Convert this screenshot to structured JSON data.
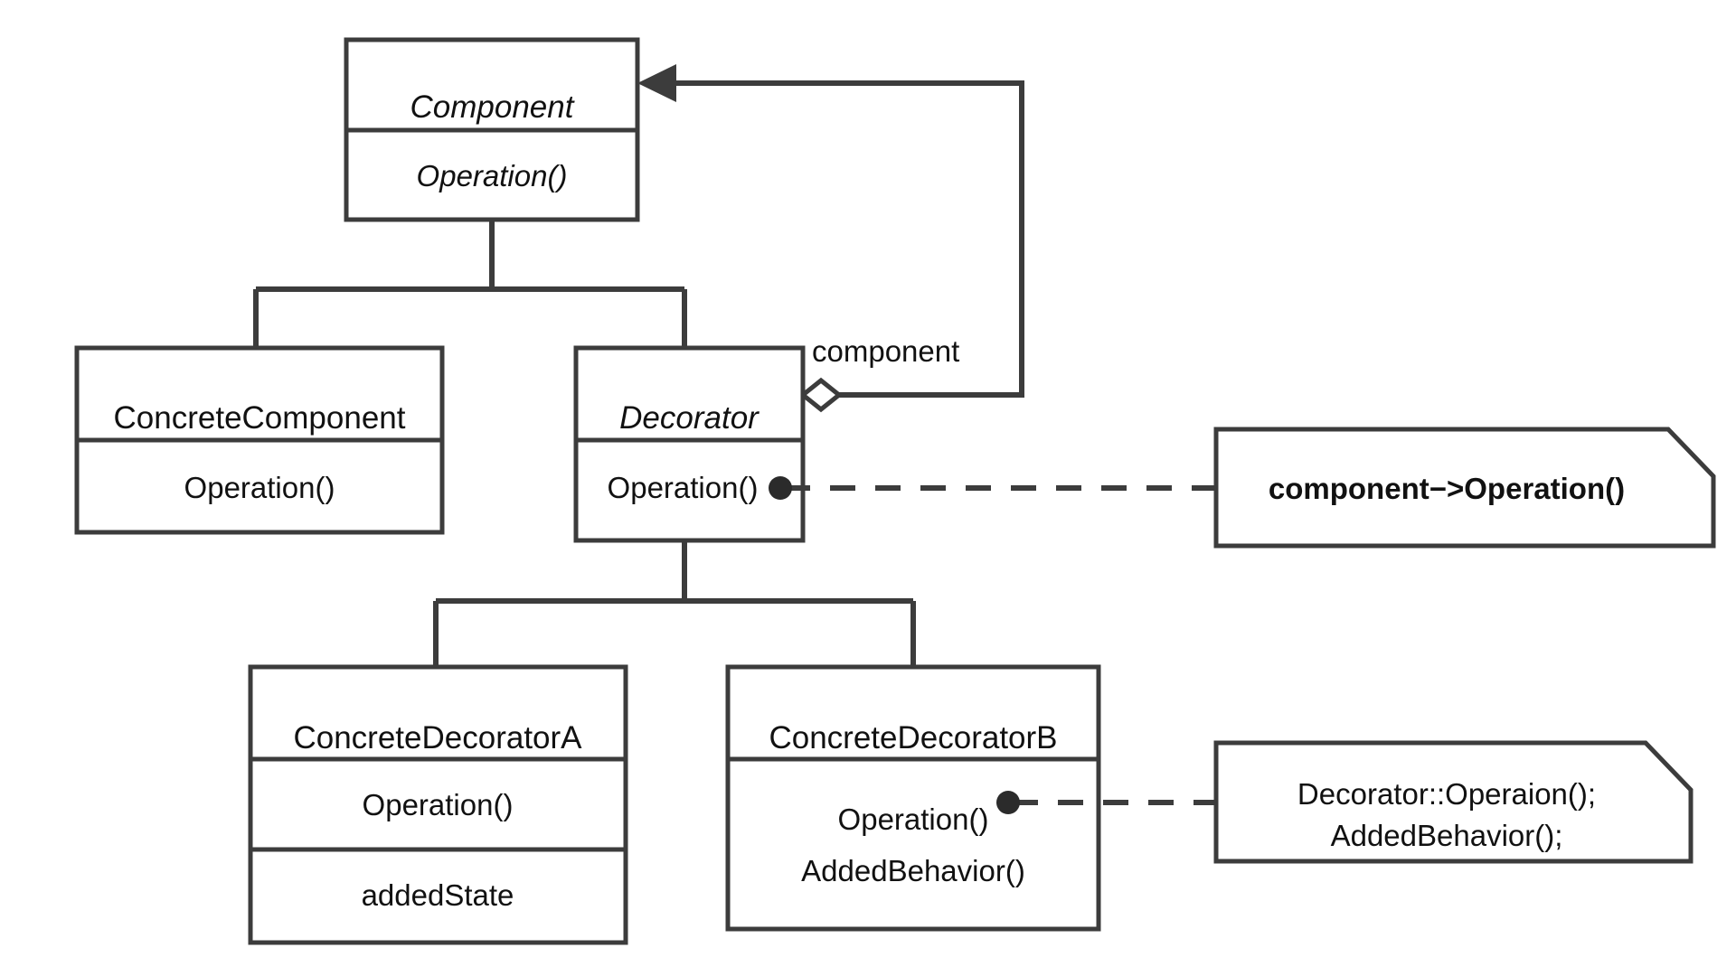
{
  "diagram": {
    "title": "Decorator Pattern UML Class Diagram",
    "type": "uml-class-diagram",
    "background_color": "#ffffff",
    "stroke_color": "#3c3c3c",
    "text_color": "#111111"
  },
  "classes": {
    "component": {
      "name": "Component",
      "abstract": true,
      "operations": [
        "Operation()"
      ]
    },
    "concrete_component": {
      "name": "ConcreteComponent",
      "abstract": false,
      "operations": [
        "Operation()"
      ]
    },
    "decorator": {
      "name": "Decorator",
      "abstract": true,
      "operations": [
        "Operation()"
      ]
    },
    "concrete_decorator_a": {
      "name": "ConcreteDecoratorA",
      "abstract": false,
      "operations": [
        "Operation()"
      ],
      "attributes": [
        "addedState"
      ]
    },
    "concrete_decorator_b": {
      "name": "ConcreteDecoratorB",
      "abstract": false,
      "operations": [
        "Operation()",
        "AddedBehavior()"
      ]
    }
  },
  "relationships": {
    "aggregation_role_label": "component"
  },
  "notes": {
    "decorator_note": {
      "lines": [
        "component−>Operation()"
      ],
      "bold": true
    },
    "concrete_decorator_b_note": {
      "lines": [
        "Decorator::Operaion();",
        "AddedBehavior();"
      ],
      "bold": false
    }
  }
}
